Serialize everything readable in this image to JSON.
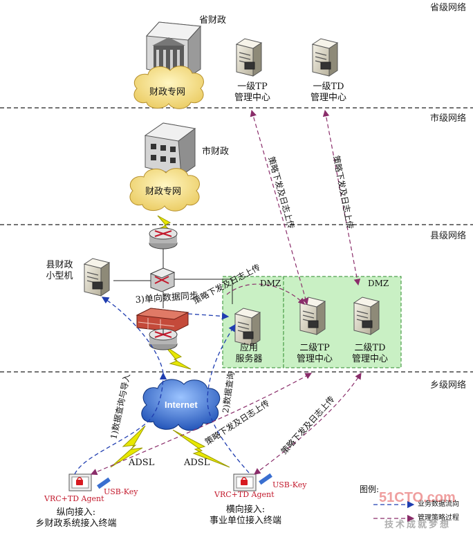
{
  "zones": {
    "province": "省级网络",
    "city": "市级网络",
    "county": "县级网络",
    "township": "乡级网络"
  },
  "nodes": {
    "province_finance": "省财政",
    "city_finance": "市财政",
    "cloud_finance_net_1": "财政专网",
    "cloud_finance_net_2": "财政专网",
    "tp1_line1": "一级TP",
    "tp1_line2": "管理中心",
    "td1_line1": "一级TD",
    "td1_line2": "管理中心",
    "county_finance_line1": "县财政",
    "county_finance_line2": "小型机",
    "app_server_line1": "应用",
    "app_server_line2": "服务器",
    "tp2_line1": "二级TP",
    "tp2_line2": "管理中心",
    "td2_line1": "二级TD",
    "td2_line2": "管理中心",
    "dmz_1": "DMZ",
    "dmz_2": "DMZ",
    "internet": "Internet",
    "adsl_1": "ADSL",
    "adsl_2": "ADSL",
    "usb_key_1": "USB-Key",
    "usb_key_2": "USB-Key",
    "agent_1": "VRC+TD Agent",
    "agent_2": "VRC+TD Agent",
    "terminal_v_line1": "纵向接入:",
    "terminal_v_line2": "乡财政系统接入终端",
    "terminal_h_line1": "横向接入:",
    "terminal_h_line2": "事业单位接入终端"
  },
  "flows": {
    "policy_log_1": "策略下发及日志上传",
    "policy_log_2": "策略下发及日志上传",
    "policy_log_3": "策略下发及日志上传",
    "policy_log_4": "策略下发及日志上传",
    "policy_log_5": "策略下发及日志上传",
    "step1": "1)数据查询与导入",
    "step2": "2)数据查询",
    "step3": "3)单向数据同步"
  },
  "legend": {
    "title": "图例:",
    "business_flow": "业务数据流向",
    "policy_process": "管理策略过程"
  },
  "watermark": {
    "brand": "51CTO.com",
    "slogan": "技术成就梦想"
  },
  "colors": {
    "business_flow": "#1f3db0",
    "policy_process": "#8a2d6a",
    "dmz_fill": "#c9f0c4",
    "dmz_border": "#2a8a2a",
    "cloud_fill": "#f5e08a",
    "internet_fill": "#3a6fd0",
    "lightning": "#e8e800"
  }
}
